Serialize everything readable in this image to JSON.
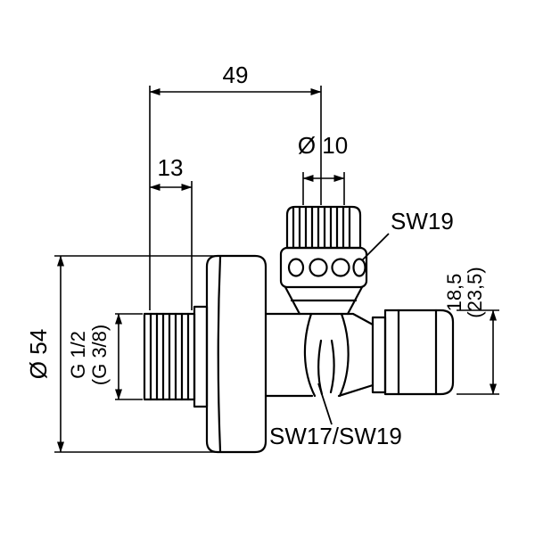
{
  "colors": {
    "line": "#000000",
    "background": "#ffffff"
  },
  "labels": {
    "dim_total_width": "49",
    "dim_thread_length": "13",
    "dim_spindle_diameter": "Ø 10",
    "wrench_size_top": "SW19",
    "dim_rosette_diameter": "Ø 54",
    "thread_size": "G 1/2",
    "thread_size_alt": "(G 3/8)",
    "dim_outlet_height": "18,5",
    "dim_outlet_height_alt": "(23,5)",
    "wrench_size_outlet": "SW17/SW19"
  }
}
